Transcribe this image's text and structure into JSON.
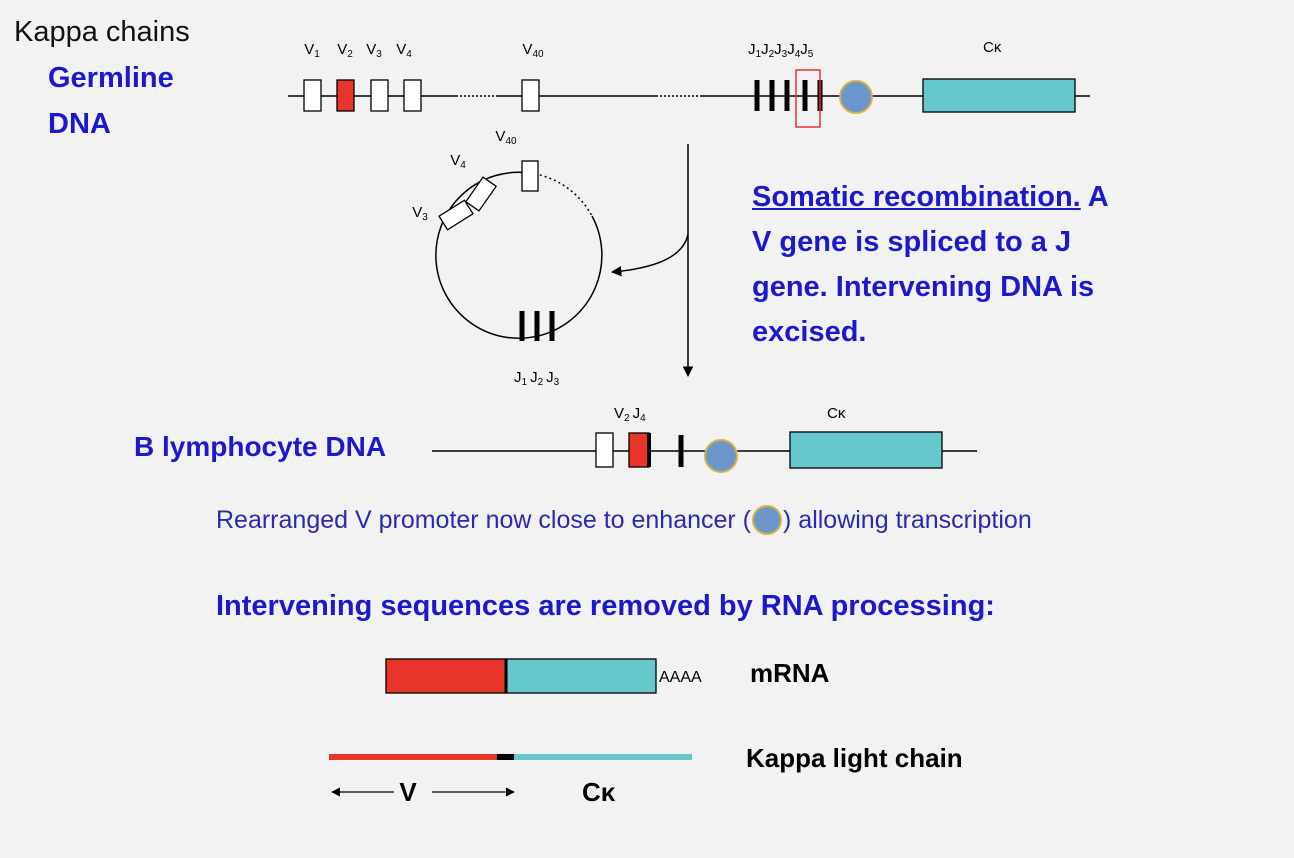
{
  "title": "Kappa chains",
  "germline": {
    "label_line1": "Germline",
    "label_line2": "DNA",
    "v_labels": [
      {
        "main": "V",
        "sub": "1"
      },
      {
        "main": "V",
        "sub": "2"
      },
      {
        "main": "V",
        "sub": "3"
      },
      {
        "main": "V",
        "sub": "4"
      },
      {
        "main": "V",
        "sub": "40"
      }
    ],
    "j_labels": [
      {
        "main": "J",
        "sub": "1"
      },
      {
        "main": "J",
        "sub": "2"
      },
      {
        "main": "J",
        "sub": "3"
      },
      {
        "main": "J",
        "sub": "4"
      },
      {
        "main": "J",
        "sub": "5"
      }
    ],
    "c_label": "Cκ"
  },
  "excised_circle": {
    "v_labels": [
      {
        "main": "V",
        "sub": "40"
      },
      {
        "main": "V",
        "sub": "4"
      },
      {
        "main": "V",
        "sub": "3"
      }
    ],
    "j_labels": [
      {
        "main": "J",
        "sub": "1"
      },
      {
        "main": "J",
        "sub": "2"
      },
      {
        "main": "J",
        "sub": "3"
      }
    ]
  },
  "recombination": {
    "underlined": "Somatic recombination.",
    "rest_line1": " A",
    "line2": "V gene is spliced to a J",
    "line3": "gene. Intervening DNA is",
    "line4": "excised."
  },
  "b_lymphocyte": {
    "label": "B lymphocyte DNA",
    "segment_labels": [
      {
        "main": "V",
        "sub": "2"
      },
      {
        "main": "J",
        "sub": "4"
      }
    ],
    "c_label": "Cκ"
  },
  "enhancer_note": {
    "before": "Rearranged V promoter now close to enhancer (",
    "after": ") allowing transcription"
  },
  "rna_processing": "Intervening sequences are removed by RNA processing:",
  "mrna": {
    "polya": "AAAA",
    "label": "mRNA"
  },
  "protein": {
    "label": "Kappa light chain",
    "v_label": "V",
    "c_label": "Cκ"
  },
  "colors": {
    "title_text": "#111111",
    "label_blue": "#1a1acc",
    "note_blue": "#2a2ab0",
    "v_red": "#e8342a",
    "c_teal": "#66c8cc",
    "enhancer_blue": "#6a96cc",
    "enhancer_ring": "#d8b048",
    "line": "#000000"
  }
}
